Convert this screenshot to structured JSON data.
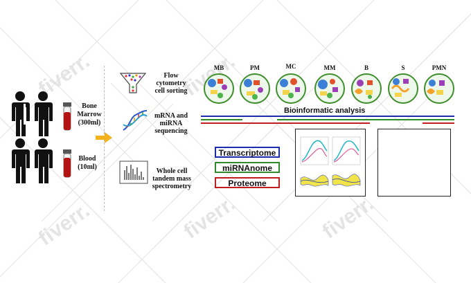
{
  "samples": {
    "marrow_label": "Bone Marrow (300ml)",
    "blood_label": "Blood (10ml)"
  },
  "methods": [
    {
      "label": "Flow cytometry cell sorting",
      "icon": "funnel-icon"
    },
    {
      "label": "mRNA and miRNA sequencing",
      "icon": "dna-icon"
    },
    {
      "label": "Whole cell tandem mass spectrometry",
      "icon": "spectrum-icon"
    }
  ],
  "cell_types": [
    {
      "label": "MB"
    },
    {
      "label": "PM"
    },
    {
      "label": "MC"
    },
    {
      "label": "MM"
    },
    {
      "label": "B"
    },
    {
      "label": "S"
    },
    {
      "label": "PMN"
    }
  ],
  "analysis": {
    "title": "Bioinformatic analysis"
  },
  "omics": [
    {
      "label": "Transcriptome",
      "color": "#1a2bb0"
    },
    {
      "label": "miRNAnome",
      "color": "#2f8a2a"
    },
    {
      "label": "Proteome",
      "color": "#c21d1d"
    }
  ],
  "watermark": "fiverr.",
  "colors": {
    "arrow": "#f3b11e",
    "cell_border": "#3e8e2e",
    "blood": "#b31515"
  }
}
